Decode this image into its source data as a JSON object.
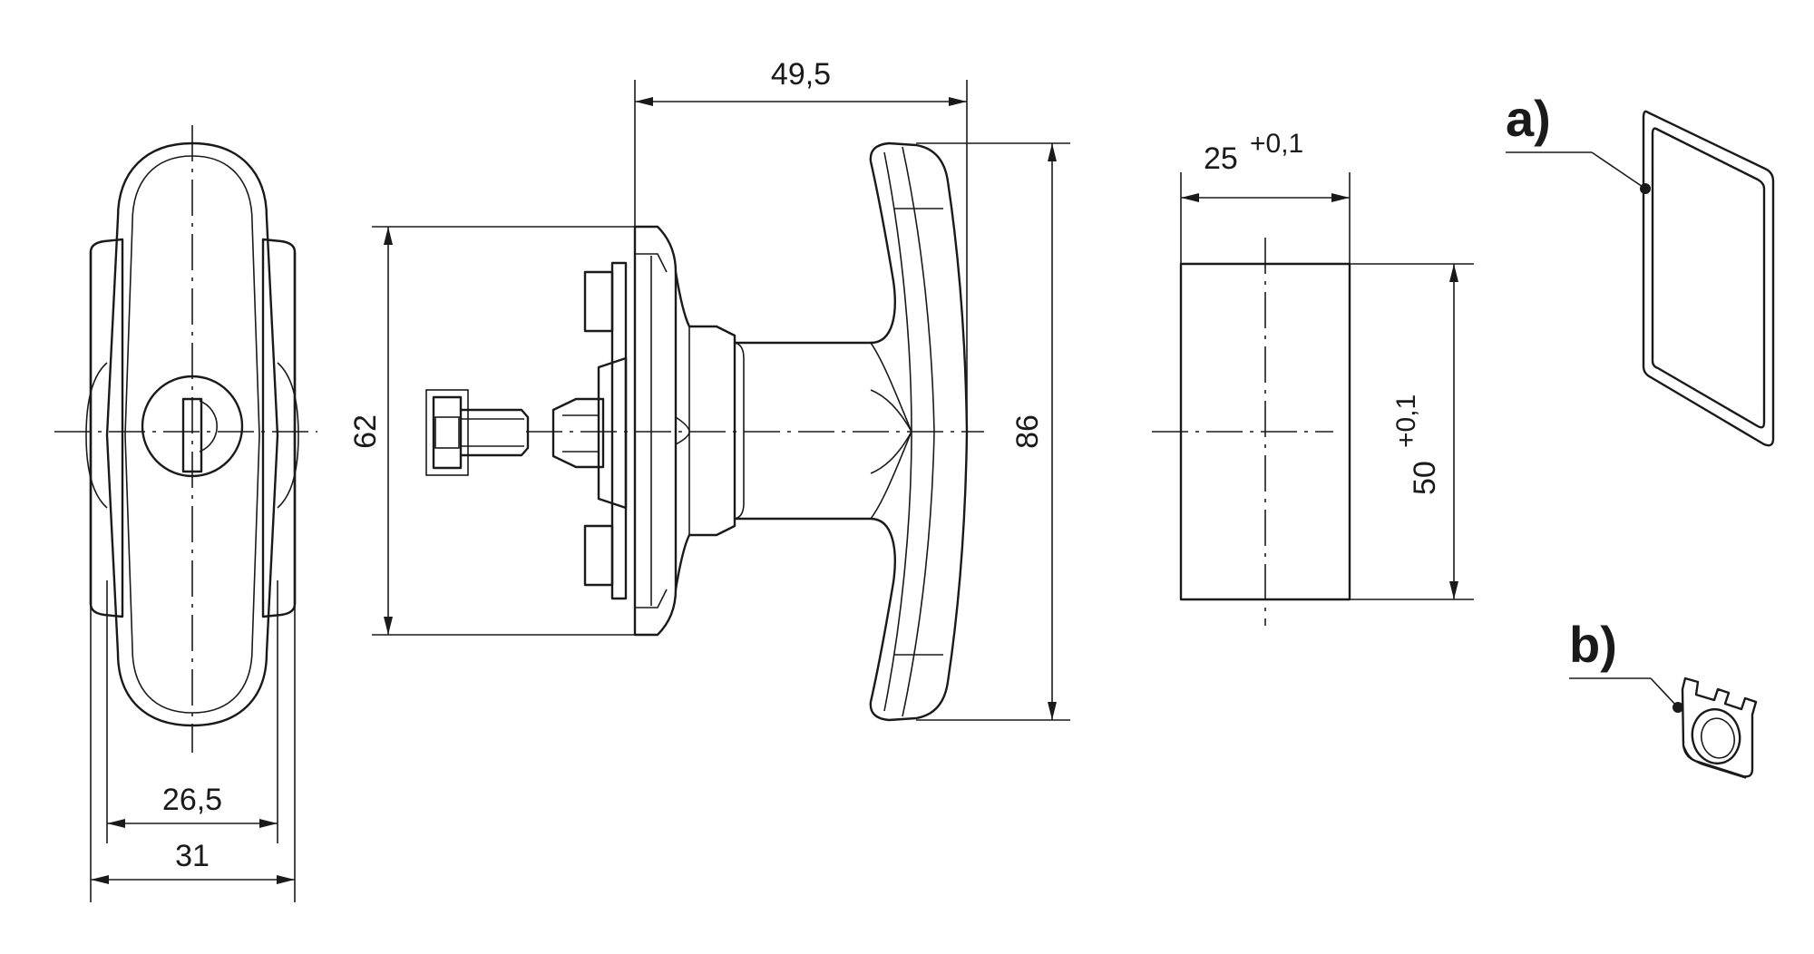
{
  "dimensions": {
    "width_inner": "26,5",
    "width_outer": "31",
    "height_plate": "62",
    "depth": "49,5",
    "height_handle": "86",
    "cutout_width": "25",
    "cutout_width_tol": "+0,1",
    "cutout_height": "50",
    "cutout_height_tol": "+0,1"
  },
  "callouts": {
    "a": "a)",
    "b": "b)"
  }
}
